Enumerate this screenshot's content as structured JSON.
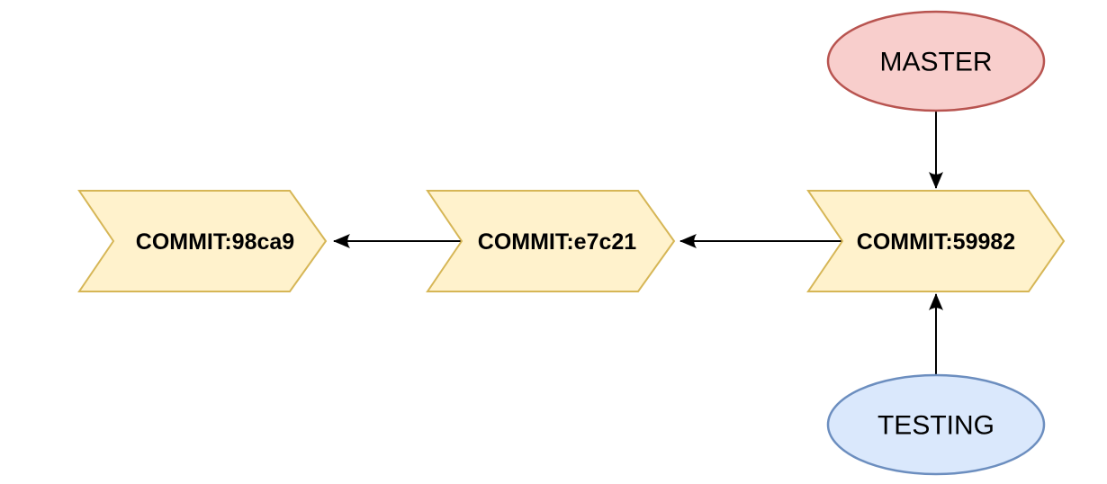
{
  "diagram": {
    "type": "git-branch-diagram",
    "background": "#ffffff",
    "commits": [
      {
        "id": "commit-98ca9",
        "label": "COMMIT:98ca9",
        "fill": "#fff2cc",
        "stroke": "#d6b656"
      },
      {
        "id": "commit-e7c21",
        "label": "COMMIT:e7c21",
        "fill": "#fff2cc",
        "stroke": "#d6b656"
      },
      {
        "id": "commit-59982",
        "label": "COMMIT:59982",
        "fill": "#fff2cc",
        "stroke": "#d6b656"
      }
    ],
    "branches": [
      {
        "id": "master",
        "label": "MASTER",
        "fill": "#f8cecc",
        "stroke": "#b85450"
      },
      {
        "id": "testing",
        "label": "TESTING",
        "fill": "#dae8fc",
        "stroke": "#6c8ebf"
      }
    ],
    "edges": [
      {
        "from": "commit-e7c21",
        "to": "commit-98ca9",
        "direction": "left",
        "color": "#000000"
      },
      {
        "from": "commit-59982",
        "to": "commit-e7c21",
        "direction": "left",
        "color": "#000000"
      },
      {
        "from": "master",
        "to": "commit-59982",
        "direction": "down",
        "color": "#000000"
      },
      {
        "from": "testing",
        "to": "commit-59982",
        "direction": "up",
        "color": "#000000"
      }
    ],
    "text_color": "#000000"
  }
}
